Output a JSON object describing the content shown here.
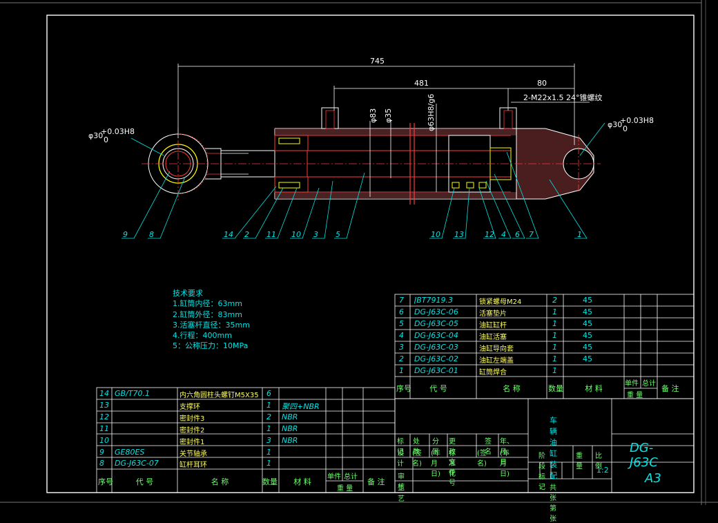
{
  "tech_requirements": {
    "title": "技术要求",
    "lines": [
      "1.缸筒内径：63mm",
      "2.缸筒外径：83mm",
      "3.活塞杆直径：35mm",
      "4.行程：400mm",
      "5：公称压力：10MPa"
    ]
  },
  "dimensions": {
    "overall_length": "745",
    "inner_length": "481",
    "right_offset": "80",
    "thread": "2-M22x1.5 24°锥螺纹",
    "d83": "φ83",
    "d35": "φ35",
    "d63": "φ63H8/g6",
    "left_hole": "φ30",
    "left_hole_tol": "+0.03H8",
    "left_hole_tol2": "0",
    "right_hole": "φ30",
    "right_hole_tol": "+0.03H8",
    "right_hole_tol2": "0"
  },
  "balloons": [
    "9",
    "8",
    "14",
    "2",
    "11",
    "10",
    "3",
    "5",
    "10",
    "13",
    "12",
    "4",
    "6",
    "7",
    "1"
  ],
  "parts_upper": [
    {
      "no": "7",
      "code": "JBT7919.3",
      "name": "锁紧螺母M24",
      "qty": "2",
      "mat": "45"
    },
    {
      "no": "6",
      "code": "DG-J63C-06",
      "name": "活塞垫片",
      "qty": "1",
      "mat": "45"
    },
    {
      "no": "5",
      "code": "DG-J63C-05",
      "name": "油缸缸杆",
      "qty": "1",
      "mat": "45"
    },
    {
      "no": "4",
      "code": "DG-J63C-04",
      "name": "油缸活塞",
      "qty": "1",
      "mat": "45"
    },
    {
      "no": "3",
      "code": "DG-J63C-03",
      "name": "油缸导向套",
      "qty": "1",
      "mat": "45"
    },
    {
      "no": "2",
      "code": "DG-J63C-02",
      "name": "油缸左端盖",
      "qty": "1",
      "mat": "45"
    },
    {
      "no": "1",
      "code": "DG-J63C-01",
      "name": "缸筒焊合",
      "qty": "1",
      "mat": ""
    }
  ],
  "parts_upper_header": {
    "no": "序号",
    "code": "代 号",
    "name": "名 称",
    "qty": "数量",
    "mat": "材 料",
    "unit": "单件",
    "total": "总计",
    "weight": "重 量",
    "remark": "备 注"
  },
  "parts_lower": [
    {
      "no": "14",
      "code": "GB/T70.1",
      "name": "内六角圆柱头螺钉M5X35",
      "qty": "6",
      "mat": ""
    },
    {
      "no": "13",
      "code": "",
      "name": "支撑环",
      "qty": "1",
      "mat": "聚四+NBR"
    },
    {
      "no": "12",
      "code": "",
      "name": "密封件3",
      "qty": "2",
      "mat": "NBR"
    },
    {
      "no": "11",
      "code": "",
      "name": "密封件2",
      "qty": "1",
      "mat": "NBR"
    },
    {
      "no": "10",
      "code": "",
      "name": "密封件1",
      "qty": "3",
      "mat": "NBR"
    },
    {
      "no": "9",
      "code": "GE80ES",
      "name": "关节轴承",
      "qty": "1",
      "mat": ""
    },
    {
      "no": "8",
      "code": "DG-J63C-07",
      "name": "缸杆耳环",
      "qty": "1",
      "mat": ""
    }
  ],
  "parts_lower_header": {
    "no": "序号",
    "code": "代 号",
    "name": "名 称",
    "qty": "数量",
    "mat": "材 料",
    "unit": "单件",
    "total": "总计",
    "weight": "重 量",
    "remark": "备 注"
  },
  "title_block": {
    "drawing_name": "车辆油缸装配",
    "drawing_no": "DG-J63C",
    "size": "A3",
    "scale": "1:2",
    "rev_row": [
      "标记",
      "处数",
      "分区",
      "更改文件号",
      "签名",
      "年、月、日"
    ],
    "design_row": [
      "设计",
      "(签名)",
      "(年月日)",
      "标准化",
      "(签名)",
      "(年月日)"
    ],
    "check": "审核",
    "process": "工艺",
    "stage_mark": "阶段标记",
    "weight": "重量",
    "ratio": "比例",
    "sheets": "共 张 第 张"
  }
}
